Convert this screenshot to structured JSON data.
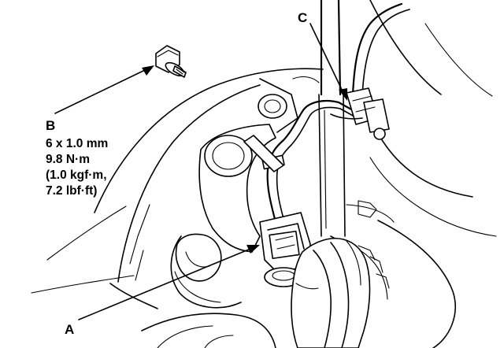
{
  "callouts": {
    "a": {
      "letter": "A"
    },
    "b": {
      "letter": "B",
      "spec_lines": [
        "6 x 1.0 mm",
        "9.8 N·m",
        "(1.0 kgf·m,",
        "7.2 lbf·ft)"
      ]
    },
    "c": {
      "letter": "C"
    }
  },
  "colors": {
    "ink": "#000000",
    "paper": "#ffffff"
  },
  "icons": {
    "bolt": "flange-bolt-icon"
  }
}
